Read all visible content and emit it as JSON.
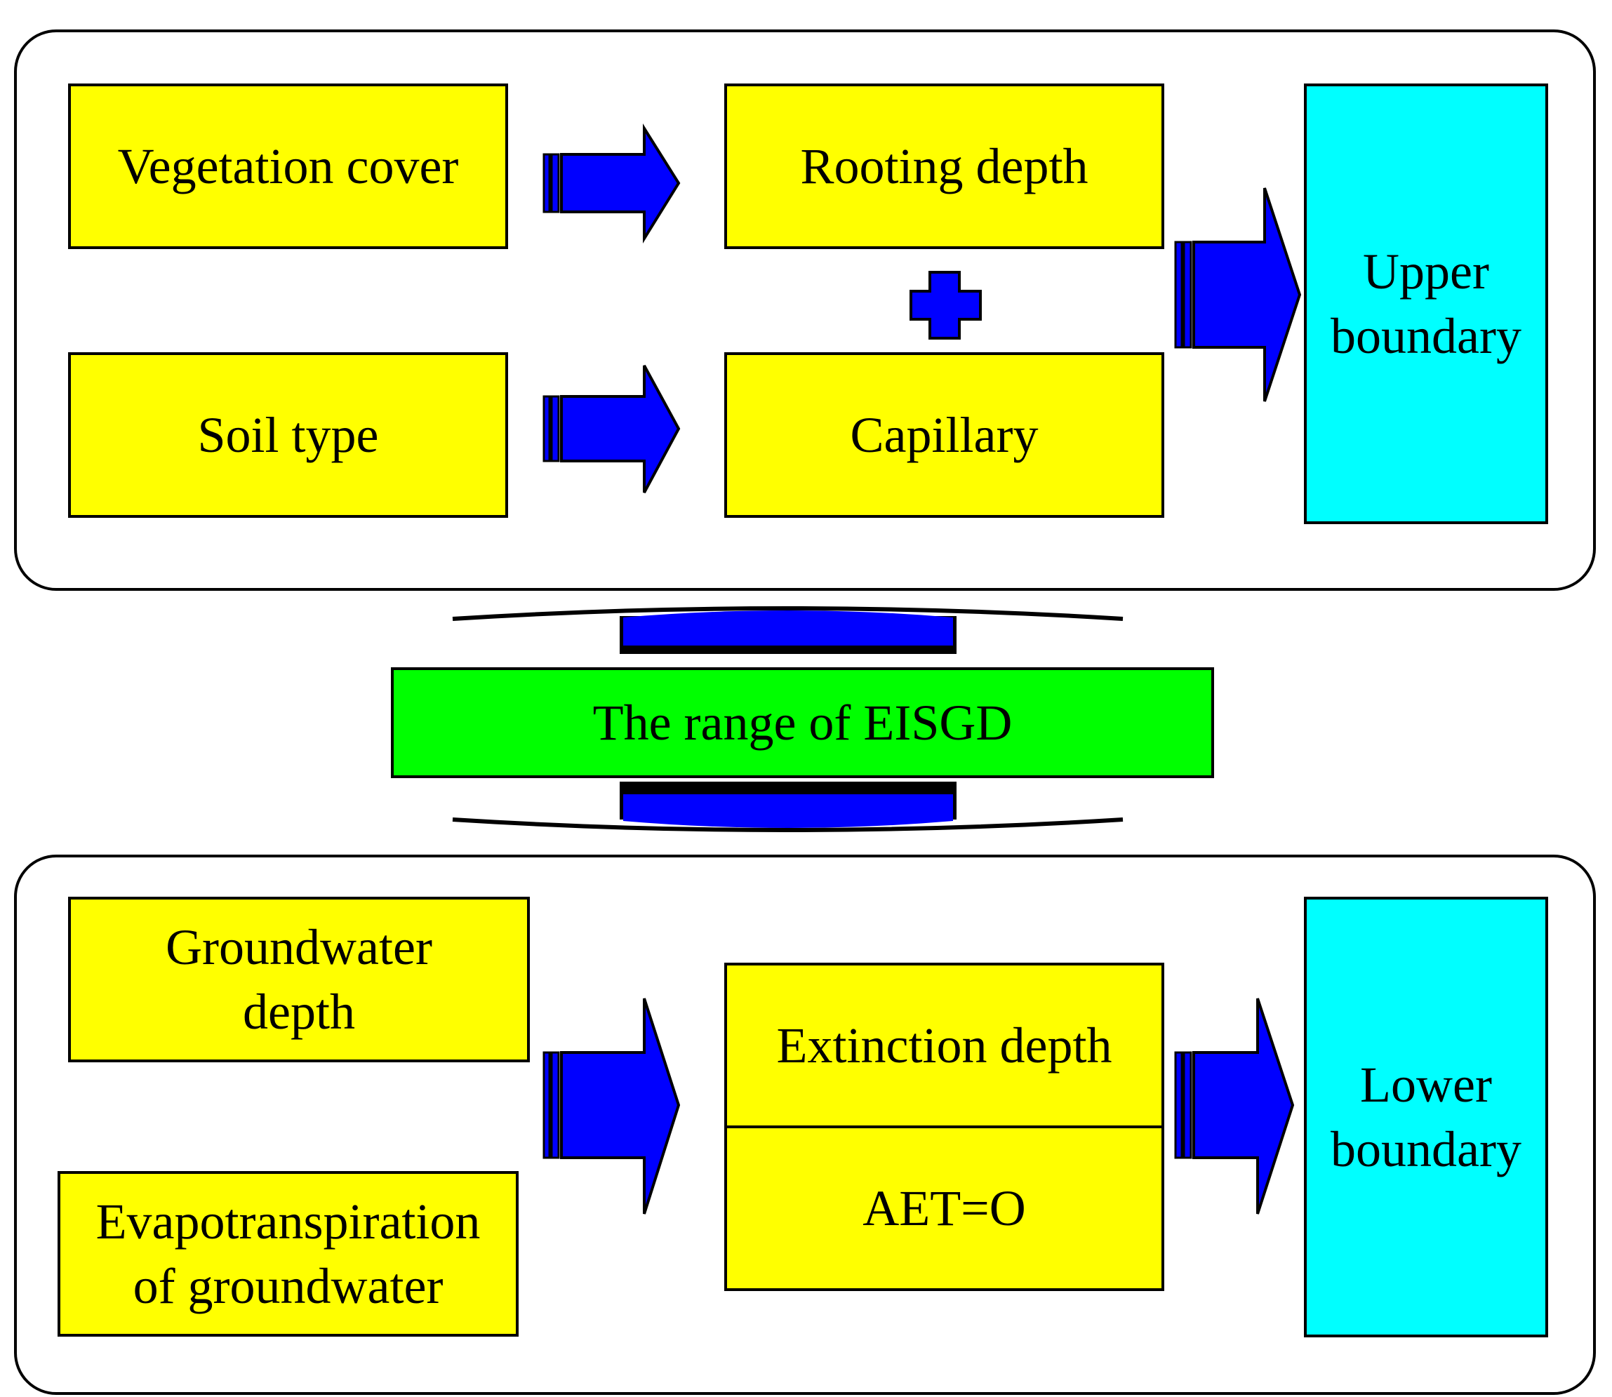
{
  "colors": {
    "factor": "#ffff00",
    "boundary": "#00ffff",
    "range": "#00ff00",
    "arrow": "#0000ff",
    "outline": "#000000"
  },
  "upper_panel": {
    "vegetation_cover": "Vegetation cover",
    "soil_type": "Soil type",
    "rooting_depth": "Rooting depth",
    "capillary": "Capillary",
    "upper_boundary": "Upper\nboundary",
    "plus_icon": "plus-icon"
  },
  "range_box": "The range of EISGD",
  "lower_panel": {
    "groundwater_depth": "Groundwater\ndepth",
    "evapotranspiration": "Evapotranspiration\nof groundwater",
    "extinction_depth": "Extinction depth",
    "aet": "AET=O",
    "lower_boundary": "Lower\nboundary"
  },
  "icons": {
    "block_arrow": "block-arrow-right-icon",
    "bracket_arrow": "bracket-arrow-icon"
  }
}
